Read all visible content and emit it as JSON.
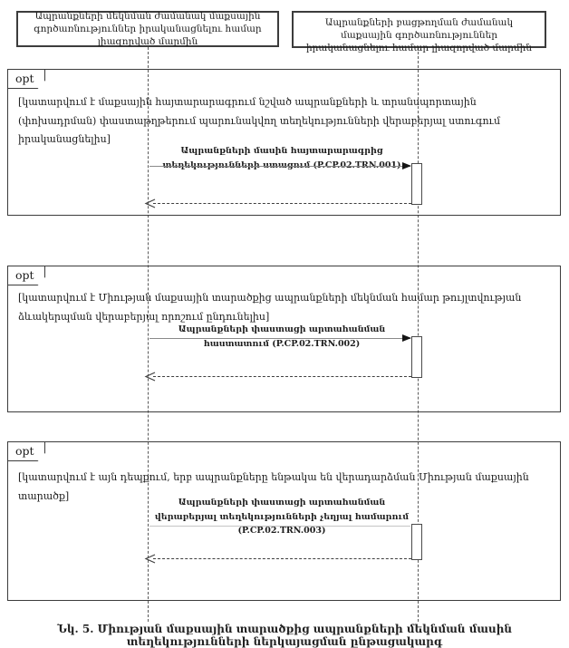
{
  "diagram": {
    "type": "uml-sequence-diagram",
    "language": "Armenian",
    "colors": {
      "background": "#ffffff",
      "line": "#3c3c3c",
      "text": "#1c1c1c"
    },
    "actors": [
      {
        "id": "departure-customs-authority",
        "label": "Ապրանքների մեկնման ժամանակ մաքսային գործառնություններ իրականացնելու համար լիազորված մարմին"
      },
      {
        "id": "release-customs-authority",
        "label": "Ապրանքների բացթողման ժամանակ մաքսային գործառնություններ իրականացնելու համար լիազորված մարմին"
      }
    ],
    "fragments": [
      {
        "operator": "opt",
        "guard": "[կատարվում է մաքսային հայտարարագրում նշված ապրանքների և տրանսպորտային (փոխադրման) փաստաթղթերում պարունակվող տեղեկությունների վերաբերյալ ստուգում իրականացնելիս]",
        "message": "Ապրանքների մասին հայտարարագրից տեղեկությունների ստացում (P.CP.02.TRN.001)",
        "message_code": "P.CP.02.TRN.001",
        "reply": "dashed-return-unlabeled"
      },
      {
        "operator": "opt",
        "guard": "[կատարվում է Միության մաքսային տարածքից ապրանքների մեկնման համար թույլտվության ձևակերպման վերաբերյալ որոշում ընդունելիս]",
        "message": "Ապրանքների փաստացի արտահանման հաստատում (P.CP.02.TRN.002)",
        "message_code": "P.CP.02.TRN.002",
        "reply": "dashed-return-unlabeled"
      },
      {
        "operator": "opt",
        "guard": "[կատարվում է այն դեպքում, երբ ապրանքները ենթակա են վերադարձման Միության մաքսային տարածք]",
        "message": "Ապրանքների փաստացի արտահանման վերաբերյալ տեղեկությունների չեղյալ համարում (P.CP.02.TRN.003)",
        "message_code": "P.CP.02.TRN.003",
        "reply": "dashed-return-unlabeled"
      }
    ],
    "caption_clipped": "Նկ. 5. Միության մաքսային տարածքից ապրանքների մեկնման մասին տեղեկությունների ներկայացման ընթացակարգ"
  }
}
